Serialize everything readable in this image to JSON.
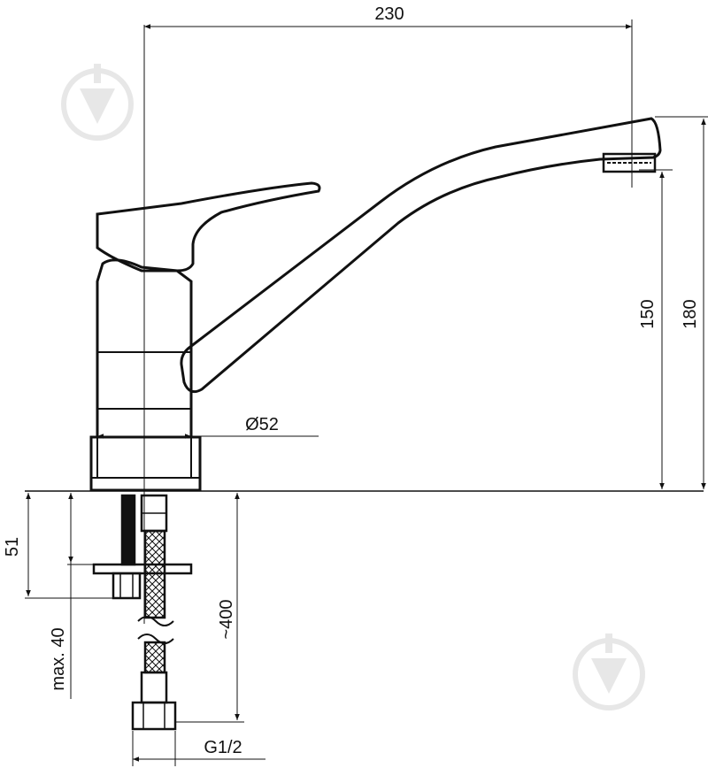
{
  "drawing": {
    "dimensions": {
      "width_top": "230",
      "height_spout": "150",
      "height_total": "180",
      "diameter": "Ø52",
      "under_sink": "51",
      "max_thickness": "max. 40",
      "hose_length": "~400",
      "thread": "G1/2"
    },
    "watermark_icon": "pin-shield-icon",
    "colors": {
      "line": "#111111",
      "watermark": "#d9d9d9"
    }
  }
}
